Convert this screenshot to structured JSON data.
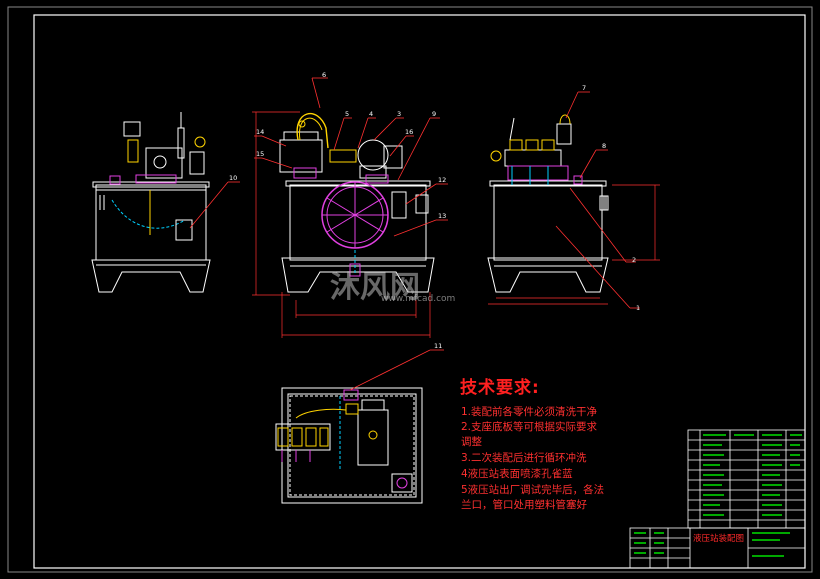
{
  "drawing": {
    "technical_requirements": {
      "title": "技术要求:",
      "lines": [
        "1.装配前各零件必须清洗干净",
        "2.支座底板等可根据实际要求",
        "调整",
        "3.二次装配后进行循环冲洗",
        "4液压站表面喷漆孔雀蓝",
        "5液压站出厂调试完毕后，各法",
        "兰口，管口处用塑料管塞好"
      ]
    },
    "title_block": {
      "drawing_name": "液压站装配图"
    },
    "part_labels": [
      "1",
      "2",
      "3",
      "4",
      "5",
      "6",
      "7",
      "8",
      "9",
      "10",
      "11",
      "12",
      "13",
      "14",
      "15",
      "16"
    ],
    "watermark": {
      "brand": "沐风网",
      "url": "www.mfcad.com"
    },
    "colors": {
      "background": "#000000",
      "frame": "#ffffff",
      "leader_lines": "#ff3030",
      "parts_magenta": "#e040e0",
      "parts_yellow": "#ffd400",
      "parts_green": "#00e000",
      "parts_cyan": "#00d0ff",
      "text_red": "#ff2020"
    }
  }
}
